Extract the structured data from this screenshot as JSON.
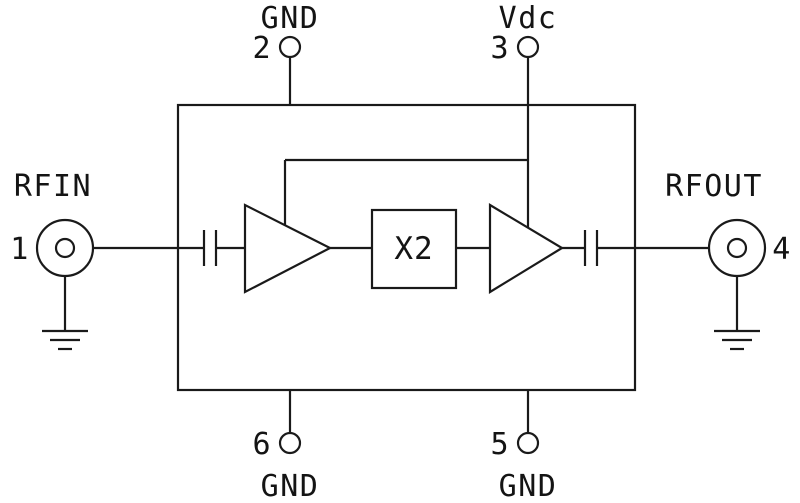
{
  "pins": {
    "p1": {
      "number": "1",
      "label": "RFIN"
    },
    "p2": {
      "number": "2",
      "label": "GND"
    },
    "p3": {
      "number": "3",
      "label": "Vdc"
    },
    "p4": {
      "number": "4",
      "label": "RFOUT"
    },
    "p5": {
      "number": "5",
      "label": "GND"
    },
    "p6": {
      "number": "6",
      "label": "GND"
    }
  },
  "blocks": {
    "multiplier": "X2"
  },
  "colors": {
    "line": "#1a1a1a",
    "background": "#ffffff"
  }
}
